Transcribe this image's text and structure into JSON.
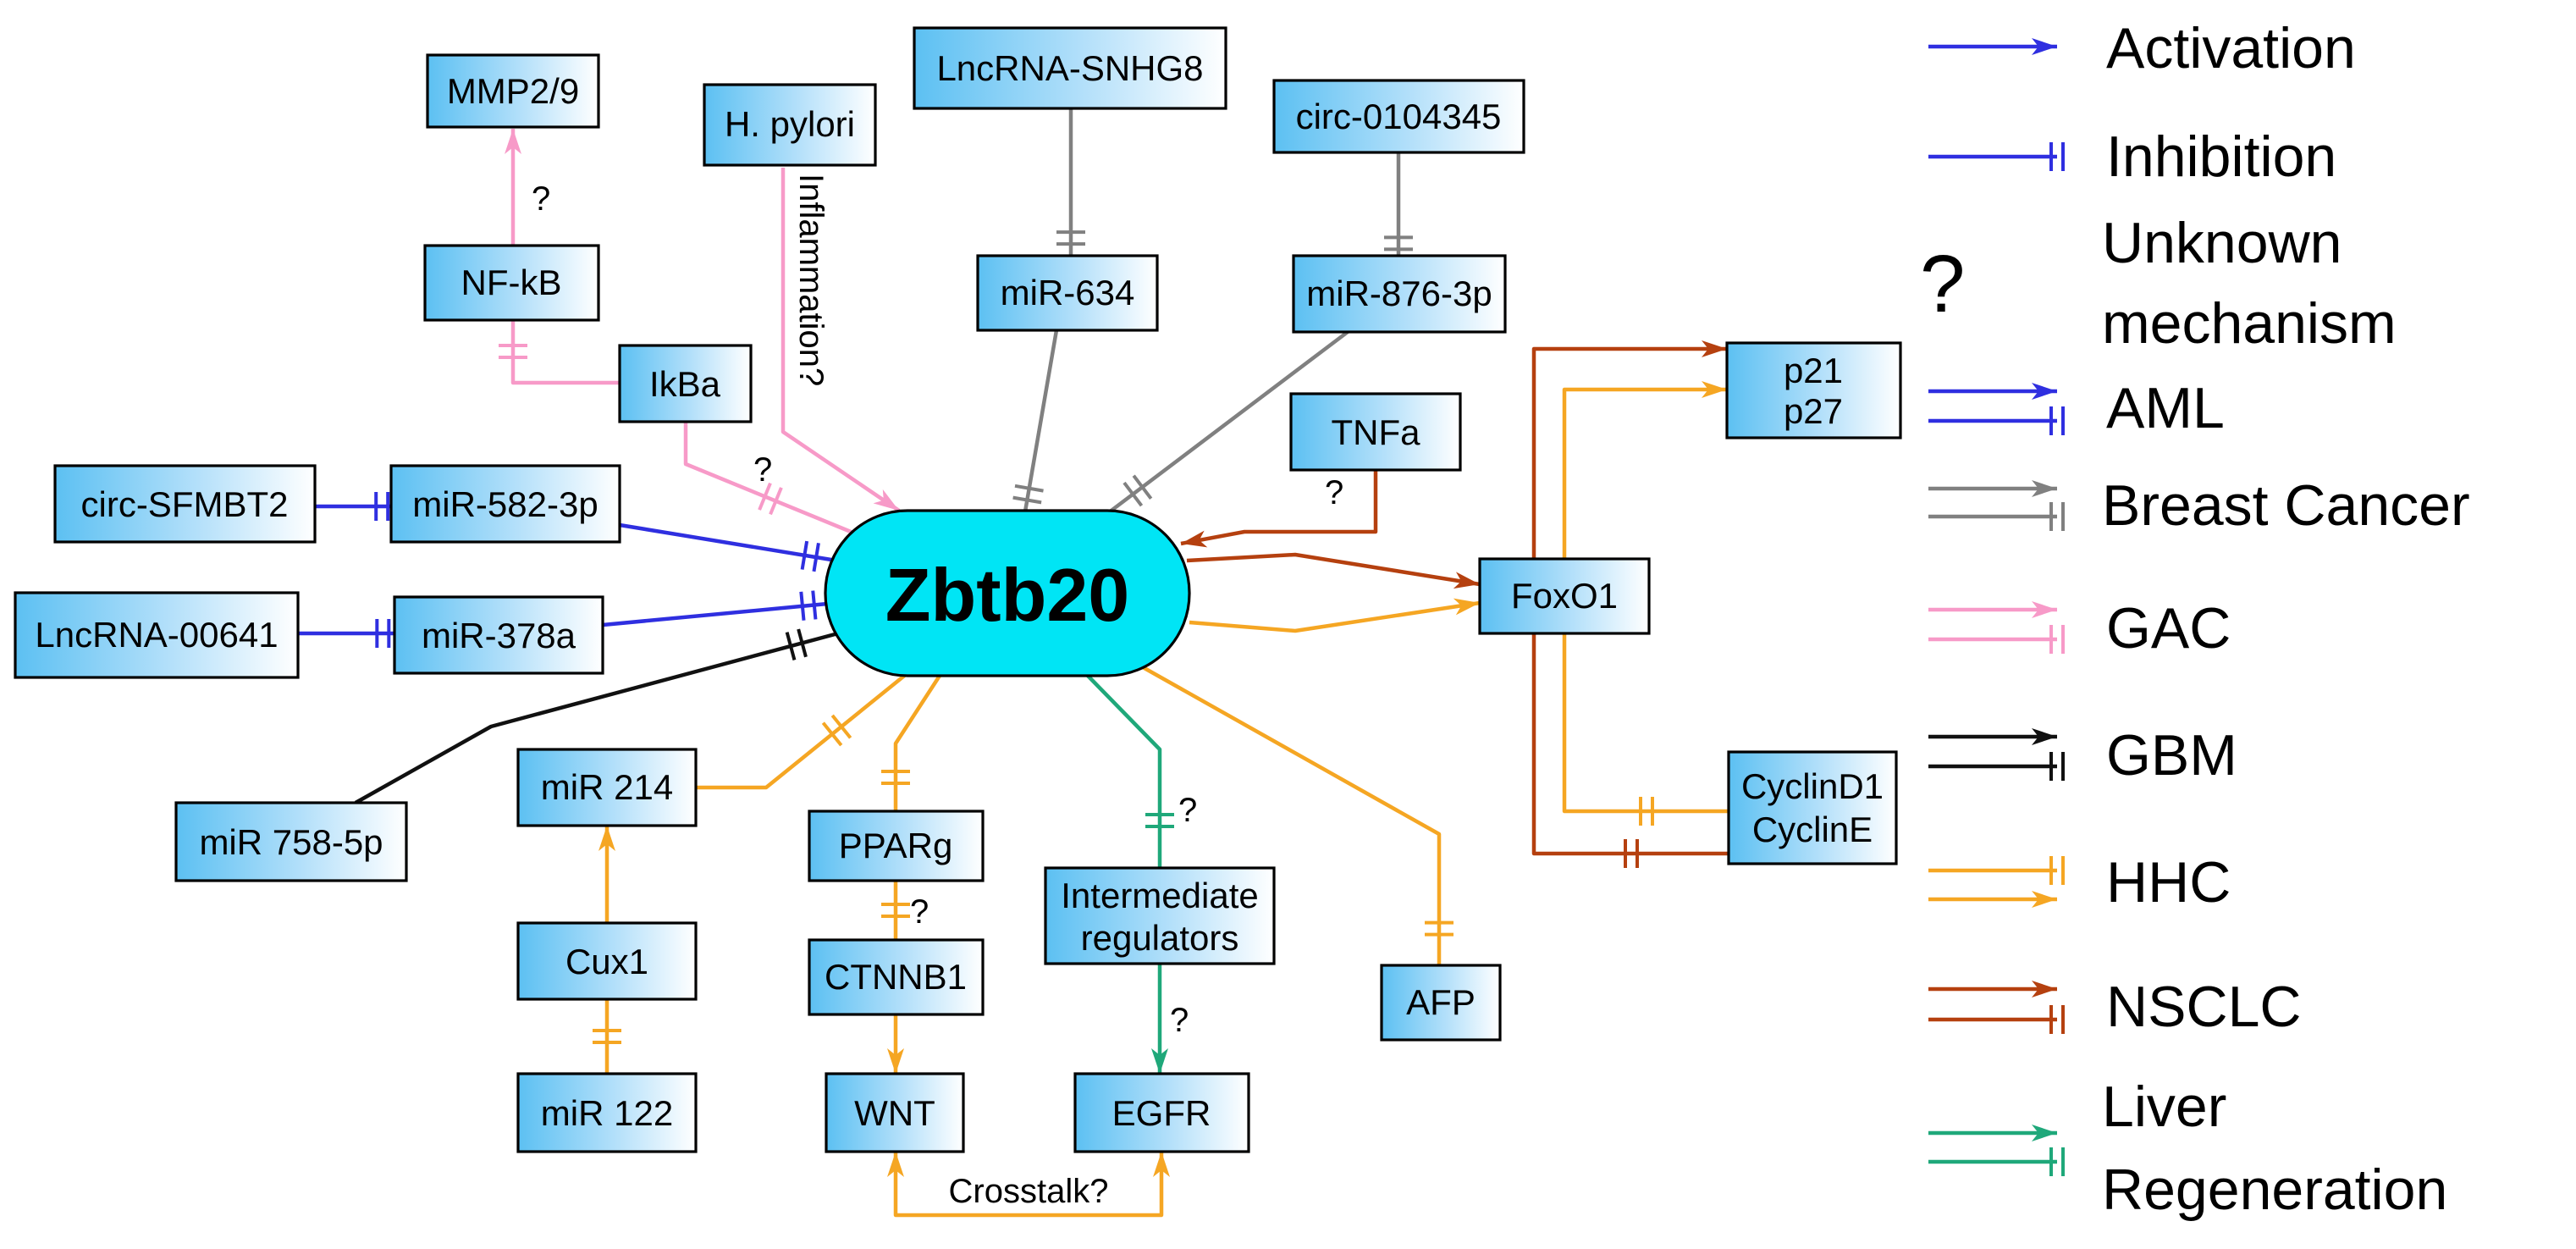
{
  "colors": {
    "aml": "#2f2fe0",
    "breast": "#808080",
    "gac": "#f79ac8",
    "gbm": "#111111",
    "hhc": "#f5a623",
    "nsclc": "#b5400f",
    "liver": "#1fa87a",
    "center_fill": "#00e5f5"
  },
  "center": {
    "label": "Zbtb20"
  },
  "nodes": {
    "mmp": "MMP2/9",
    "hpylori": "H. pylori",
    "snhg8": "LncRNA-SNHG8",
    "circ0104345": "circ-0104345",
    "nfkb": "NF-kB",
    "ikba": "IkBa",
    "mir634": "miR-634",
    "mir876": "miR-876-3p",
    "tnfa": "TNFa",
    "p21": "p21",
    "p27": "p27",
    "circsfmbt2": "circ-SFMBT2",
    "mir582": "miR-582-3p",
    "lnc00641": "LncRNA-00641",
    "mir378a": "miR-378a",
    "foxo1": "FoxO1",
    "mir758": "miR 758-5p",
    "mir214": "miR 214",
    "pparg": "PPARg",
    "intermediate_1": "Intermediate",
    "intermediate_2": "regulators",
    "cyclind1": "CyclinD1",
    "cycline": "CyclinE",
    "cux1": "Cux1",
    "ctnnb1": "CTNNB1",
    "afp": "AFP",
    "mir122": "miR 122",
    "wnt": "WNT",
    "egfr": "EGFR"
  },
  "edge_labels": {
    "inflammation": "Inflammation?",
    "crosstalk": "Crosstalk?",
    "unknown": "?"
  },
  "legend": {
    "activation": "Activation",
    "inhibition": "Inhibition",
    "unknown_symbol": "?",
    "unknown_line1": "Unknown",
    "unknown_line2": "mechanism",
    "aml": "AML",
    "breast": "Breast Cancer",
    "gac": "GAC",
    "gbm": "GBM",
    "hhc": "HHC",
    "nsclc": "NSCLC",
    "liver_line1": "Liver",
    "liver_line2": "Regeneration"
  }
}
